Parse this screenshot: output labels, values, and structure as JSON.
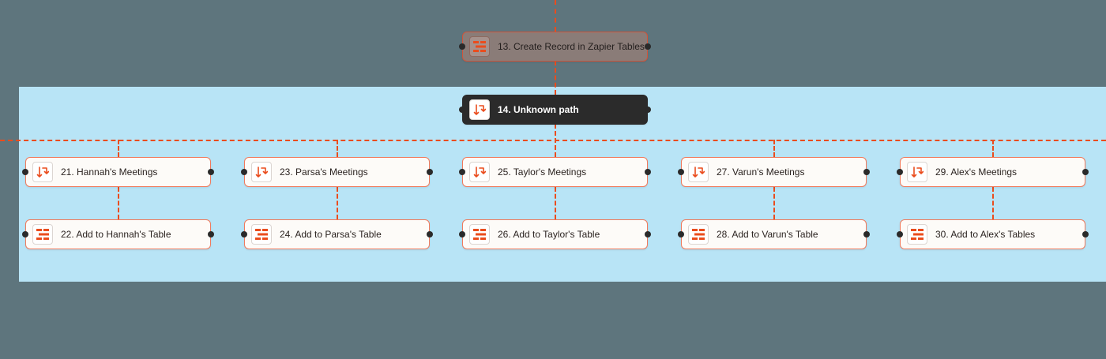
{
  "canvas": {
    "colors": {
      "background": "#5e757d",
      "selection": "#b8e4f6",
      "connector": "#ea4c1d",
      "accent": "#ea4c1d"
    }
  },
  "steps": {
    "s13": {
      "label": "13. Create Record in Zapier Tables",
      "icon": "tables-icon",
      "state": "dimmed"
    },
    "s14": {
      "label": "14. Unknown path",
      "icon": "paths-icon",
      "state": "selected"
    },
    "s21": {
      "label": "21. Hannah's Meetings",
      "icon": "paths-icon"
    },
    "s22": {
      "label": "22. Add to Hannah's Table",
      "icon": "tables-icon"
    },
    "s23": {
      "label": "23. Parsa's Meetings",
      "icon": "paths-icon"
    },
    "s24": {
      "label": "24. Add to Parsa's Table",
      "icon": "tables-icon"
    },
    "s25": {
      "label": "25. Taylor's Meetings",
      "icon": "paths-icon"
    },
    "s26": {
      "label": "26. Add to Taylor's Table",
      "icon": "tables-icon"
    },
    "s27": {
      "label": "27. Varun's Meetings",
      "icon": "paths-icon"
    },
    "s28": {
      "label": "28. Add to Varun's Table",
      "icon": "tables-icon"
    },
    "s29": {
      "label": "29. Alex's Meetings",
      "icon": "paths-icon"
    },
    "s30": {
      "label": "30. Add to Alex's Tables",
      "icon": "tables-icon"
    }
  }
}
